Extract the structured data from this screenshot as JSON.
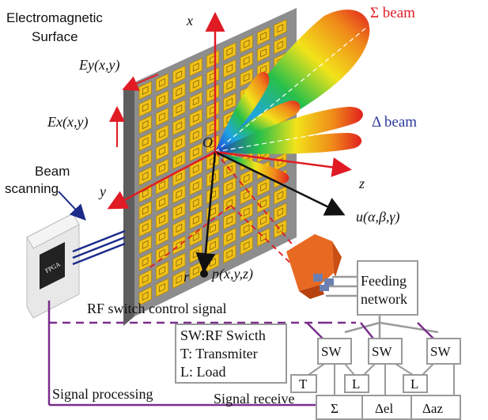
{
  "labels": {
    "surface_line1": "Electromagnetic",
    "surface_line2": "Surface",
    "ey": "Ey(x,y)",
    "ex": "Ex(x,y)",
    "beam_scanning_1": "Beam",
    "beam_scanning_2": "scanning",
    "axis_x": "x",
    "axis_y": "y",
    "axis_z": "z",
    "origin": "O",
    "sigma_beam": "Σ beam",
    "delta_beam": "Δ beam",
    "u_vector": "u(α,β,γ)",
    "r_vector": "r",
    "point_p": "p(x,y,z)",
    "fpga": "FPGA",
    "feeding_1": "Feeding",
    "feeding_2": "network",
    "rf_switch": "RF switch control signal",
    "legend_sw": "SW:RF Swicth",
    "legend_t": "T: Transmiter",
    "legend_l": "L: Load",
    "sw": "SW",
    "t": "T",
    "l": "L",
    "sum": "Σ",
    "delta_el": "Δel",
    "delta_az": "Δaz",
    "signal_processing": "Signal processing",
    "signal_receive": "Signal receive"
  },
  "colors": {
    "red_axis": "#e01b24",
    "purple_line": "#7a2d8c",
    "navy_line": "#1c2a8a",
    "panel": "#8a8a8a",
    "tile": "#f1c21b",
    "sigma_text": "#e01b24",
    "delta_text": "#2a3a9c"
  }
}
